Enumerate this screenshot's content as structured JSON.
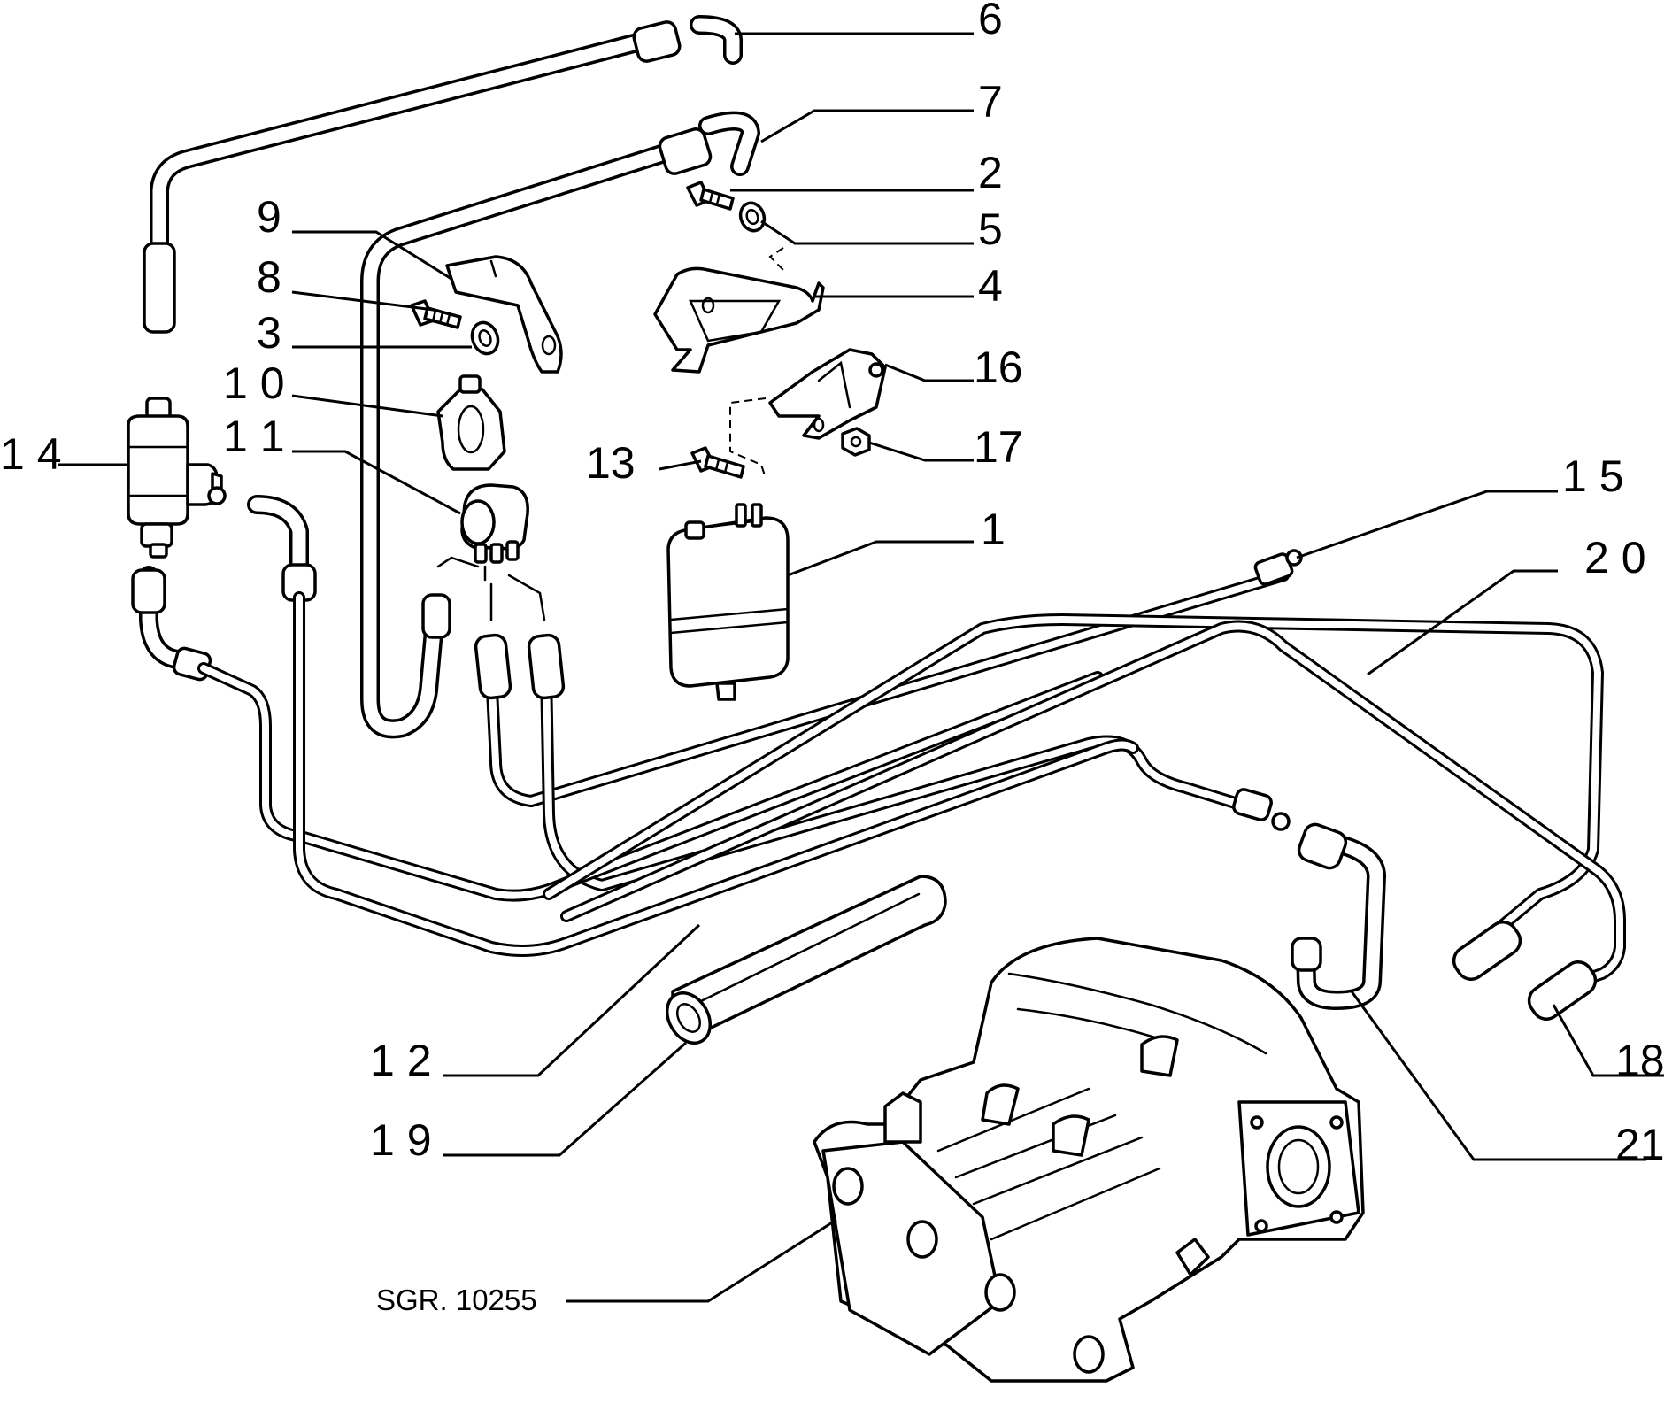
{
  "diagram": {
    "labels": {
      "p1": "1",
      "p2": "2",
      "p3": "3",
      "p4": "4",
      "p5": "5",
      "p6": "6",
      "p7": "7",
      "p8": "8",
      "p9": "9",
      "p10": "1 0",
      "p11": "1 1",
      "p12": "1 2",
      "p13": "13",
      "p14": "1 4",
      "p15": "1 5",
      "p16": "16",
      "p17": "17",
      "p18": "18",
      "p19": "1 9",
      "p20": "2 0",
      "p21": "21"
    },
    "reference": "SGR. 10255"
  }
}
